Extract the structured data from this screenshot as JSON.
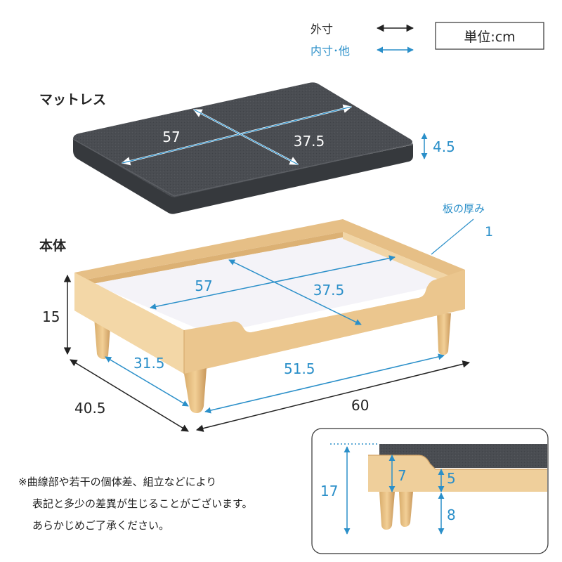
{
  "legend": {
    "outer_label": "外寸",
    "inner_label": "内寸･他",
    "unit_label": "単位:cm"
  },
  "mattress": {
    "title": "マットレス",
    "length": "57",
    "width": "37.5",
    "thickness": "4.5"
  },
  "body": {
    "title": "本体",
    "inner_length": "57",
    "inner_width": "37.5",
    "board_label": "板の厚み",
    "board_thickness": "1",
    "height": "15",
    "depth_outer": "40.5",
    "width_outer": "60",
    "leg_span_depth": "31.5",
    "leg_span_width": "51.5"
  },
  "detail": {
    "total_height": "17",
    "frame_height": "7",
    "inner_height": "5",
    "leg_height": "8"
  },
  "colors": {
    "mattress_fabric": "#4a4d52",
    "wood": "#efcf9b",
    "inner_arrow": "#2a8fc9",
    "outer_arrow": "#222222"
  },
  "note": {
    "line1": "※曲線部や若干の個体差、組立などにより",
    "line2": "表記と多少の差異が生じることがございます。",
    "line3": "あらかじめご了承ください。"
  }
}
